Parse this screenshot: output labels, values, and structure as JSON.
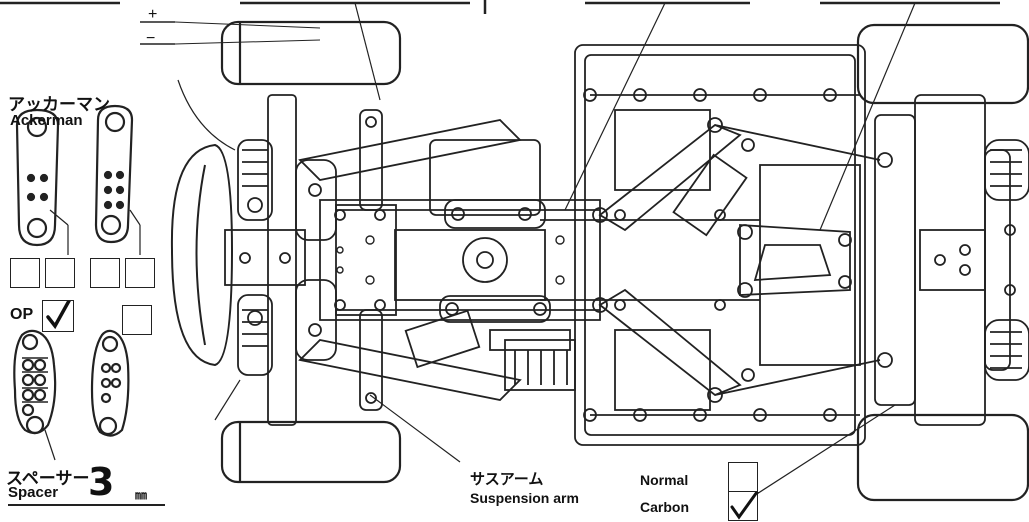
{
  "ackerman": {
    "title_jp": "アッカーマン",
    "title_en": "Ackerman",
    "op_label": "OP"
  },
  "spacer": {
    "title_jp": "スペーサー",
    "title_en": "Spacer",
    "value": "3",
    "unit": "㎜"
  },
  "suspension": {
    "title_jp": "サスアーム",
    "title_en": "Suspension arm",
    "normal_label": "Normal",
    "carbon_label": "Carbon"
  },
  "top_marks": {
    "plus": "+",
    "minus": "−"
  },
  "colors": {
    "ink": "#111111",
    "paper": "#ffffff"
  },
  "checkboxes": {
    "ackerman_op": true,
    "ackerman_other": false,
    "suspension_normal": false,
    "suspension_carbon": true
  }
}
